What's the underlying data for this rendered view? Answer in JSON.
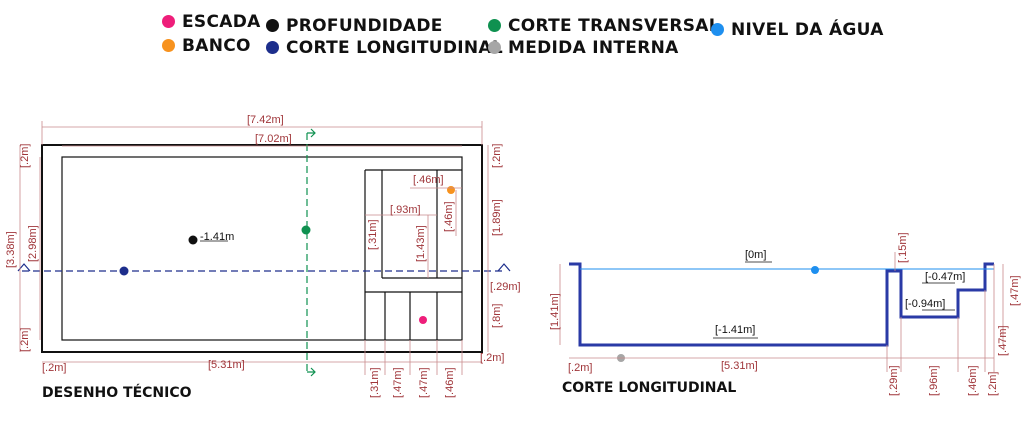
{
  "legend": [
    {
      "label": "ESCADA",
      "color": "#ee1e7a"
    },
    {
      "label": "BANCO",
      "color": "#f7921e"
    },
    {
      "label": "PROFUNDIDADE",
      "color": "#111111"
    },
    {
      "label": "CORTE LONGITUDINAL",
      "color": "#1d2e8c"
    },
    {
      "label": "CORTE TRANSVERSAL",
      "color": "#0f9150"
    },
    {
      "label": "MEDIDA INTERNA",
      "color": "#a6a6a6"
    },
    {
      "label": "NIVEL DA ÁGUA",
      "color": "#1e8fef"
    }
  ],
  "plan": {
    "title": "DESENHO TÉCNICO",
    "depth_label": "-1.41m",
    "dims": {
      "total_length": "[7.42m]",
      "inner_length": "[7.02m]",
      "bottom_length": "[5.31m]",
      "left_top_wall": "[.2m]",
      "left_height": "[3.38m]",
      "inner_height": "[2.98m]",
      "left_bottom_wall": "[.2m]",
      "bottom_left_wall": "[.2m]",
      "bench": "[.46m]",
      "step_width": "[.93m]",
      "bench_v": "[.46m]",
      "step_height": "[1.43m]",
      "step_depth": "[.31m]",
      "right_top_wall": "[.2m]",
      "right_height": "[1.89m]",
      "right_mid": "[.29m]",
      "right_lower": "[.8m]",
      "right_bottom_wall": "[.2m]",
      "bot_a": "[.31m]",
      "bot_b": "[.47m]",
      "bot_c": "[.47m]",
      "bot_d": "[.46m]"
    }
  },
  "section": {
    "title": "CORTE LONGITUDINAL",
    "dims": {
      "water": "[0m]",
      "top_right": "[.15m]",
      "step1": "[-0.47m]",
      "step2": "[-0.94m]",
      "floor": "[-1.41m]",
      "height": "[1.41m]",
      "right_h1": "[.47m]",
      "right_h2": "[.47m]",
      "bot_wall": "[.2m]",
      "bot_len": "[5.31m]",
      "bot_a": "[.29m]",
      "bot_b": "[.96m]",
      "bot_c": "[.46m]",
      "bot_d": "[.2m]"
    }
  }
}
